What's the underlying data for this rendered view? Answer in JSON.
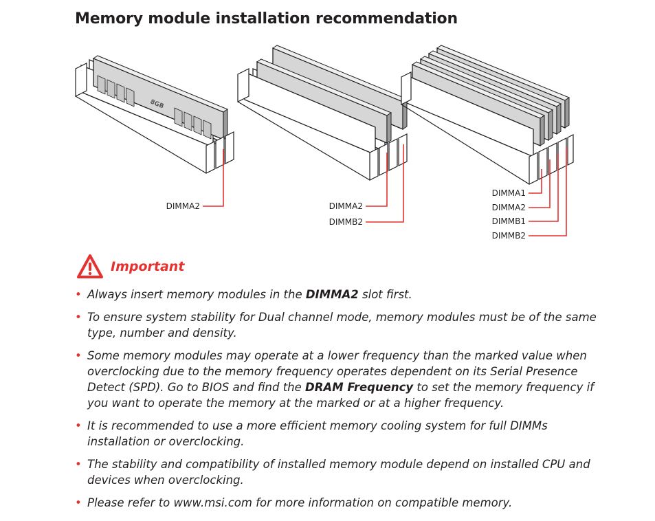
{
  "title": "Memory module installation recommendation",
  "labels": {
    "one_module": [
      "DIMMA2"
    ],
    "two_modules": [
      "DIMMA2",
      "DIMMB2"
    ],
    "four_modules": [
      "DIMMA1",
      "DIMMA2",
      "DIMMB1",
      "DIMMB2"
    ]
  },
  "chip_label": "8GB",
  "important": {
    "label": "Important",
    "icon": "warning-triangle-icon",
    "accent_color": "#e5312f",
    "notes": [
      {
        "before": "Always insert memory modules in the ",
        "bold": "DIMMA2",
        "after": " slot first."
      },
      {
        "before": "To ensure system stability for Dual channel mode, memory modules must be of the same type, number and density.",
        "bold": "",
        "after": ""
      },
      {
        "before": "Some memory modules may operate at a lower frequency than the marked value when overclocking due to the memory frequency operates dependent on its Serial Presence Detect (SPD). Go to BIOS and find the ",
        "bold": "DRAM Frequency",
        "after": " to set the memory frequency if you want to operate the memory at the marked or at a higher frequency."
      },
      {
        "before": "It is recommended to use a more efficient memory cooling system for full DIMMs installation or overclocking.",
        "bold": "",
        "after": ""
      },
      {
        "before": "The stability and compatibility of installed memory module depend on installed CPU and devices when overclocking.",
        "bold": "",
        "after": ""
      },
      {
        "before": "Please refer to www.msi.com for more information on compatible memory.",
        "bold": "",
        "after": ""
      }
    ]
  }
}
